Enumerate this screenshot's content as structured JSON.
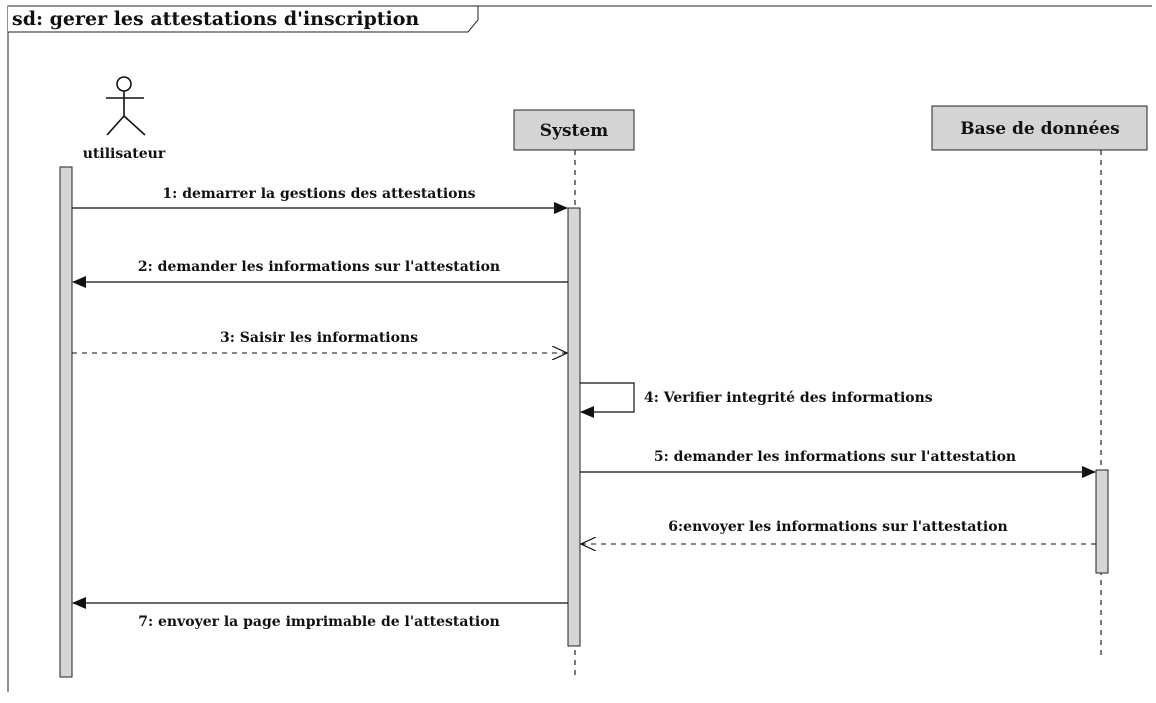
{
  "frame": {
    "title": "sd: gerer les attestations d'inscription"
  },
  "actor": {
    "name": "utilisateur",
    "icon": "stick-figure-icon"
  },
  "lifelines": {
    "system": "System",
    "database": "Base de données"
  },
  "messages": [
    {
      "label": "1: demarrer la gestions des attestations",
      "from": "actor",
      "to": "system",
      "kind": "sync"
    },
    {
      "label": "2: demander les informations sur l'attestation",
      "from": "system",
      "to": "actor",
      "kind": "sync"
    },
    {
      "label": "3: Saisir les informations",
      "from": "actor",
      "to": "system",
      "kind": "reply"
    },
    {
      "label": "4: Verifier integrité des informations",
      "from": "system",
      "to": "system",
      "kind": "self"
    },
    {
      "label": "5: demander les informations sur l'attestation",
      "from": "system",
      "to": "database",
      "kind": "sync"
    },
    {
      "label": "6:envoyer les informations sur l'attestation",
      "from": "database",
      "to": "system",
      "kind": "reply"
    },
    {
      "label": "7: envoyer la page imprimable de l'attestation",
      "from": "system",
      "to": "actor",
      "kind": "sync"
    }
  ],
  "colors": {
    "lifeline_box": "#d4d4d4",
    "activation": "#d6d6d6",
    "line": "#111111"
  }
}
